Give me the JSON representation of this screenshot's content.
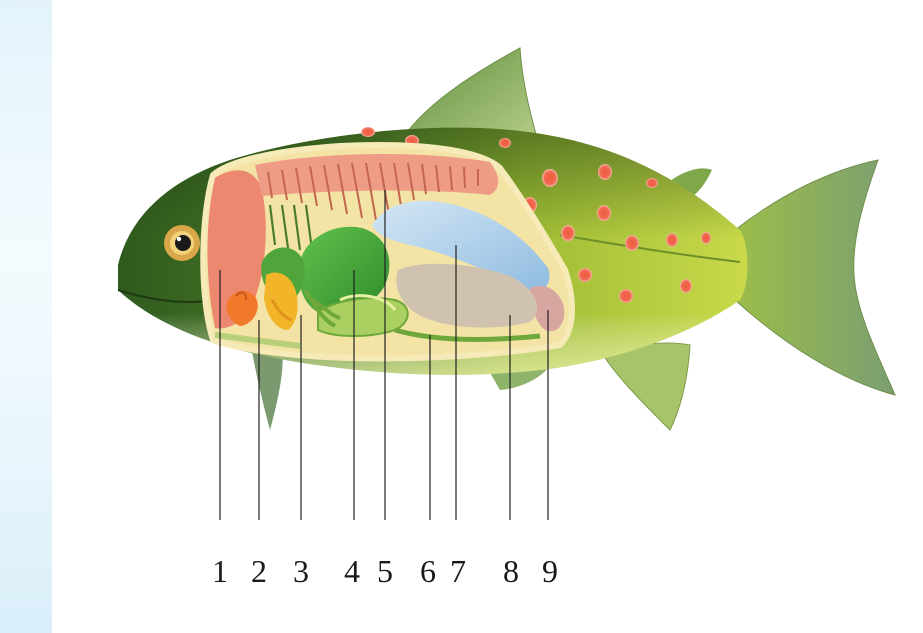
{
  "diagram": {
    "labels": [
      "1",
      "2",
      "3",
      "4",
      "5",
      "6",
      "7",
      "8",
      "9"
    ]
  },
  "colors": {
    "body_dark": "#2f5a1e",
    "body_light": "#c9d94a",
    "belly": "#e9ef9c",
    "cavity": "#f3e4a6",
    "muscle": "#e9826e",
    "gill_red": "#e4574a",
    "heart": "#f08a2a",
    "liver": "#f0b52a",
    "stomach": "#49a83a",
    "intestine": "#7dc24a",
    "swim_bladder": "#a9cde6",
    "kidney": "#d98a7a",
    "gonad": "#c9bfa8",
    "spots": "#ef5a45",
    "fin": "#8db46a",
    "line": "#222222"
  }
}
